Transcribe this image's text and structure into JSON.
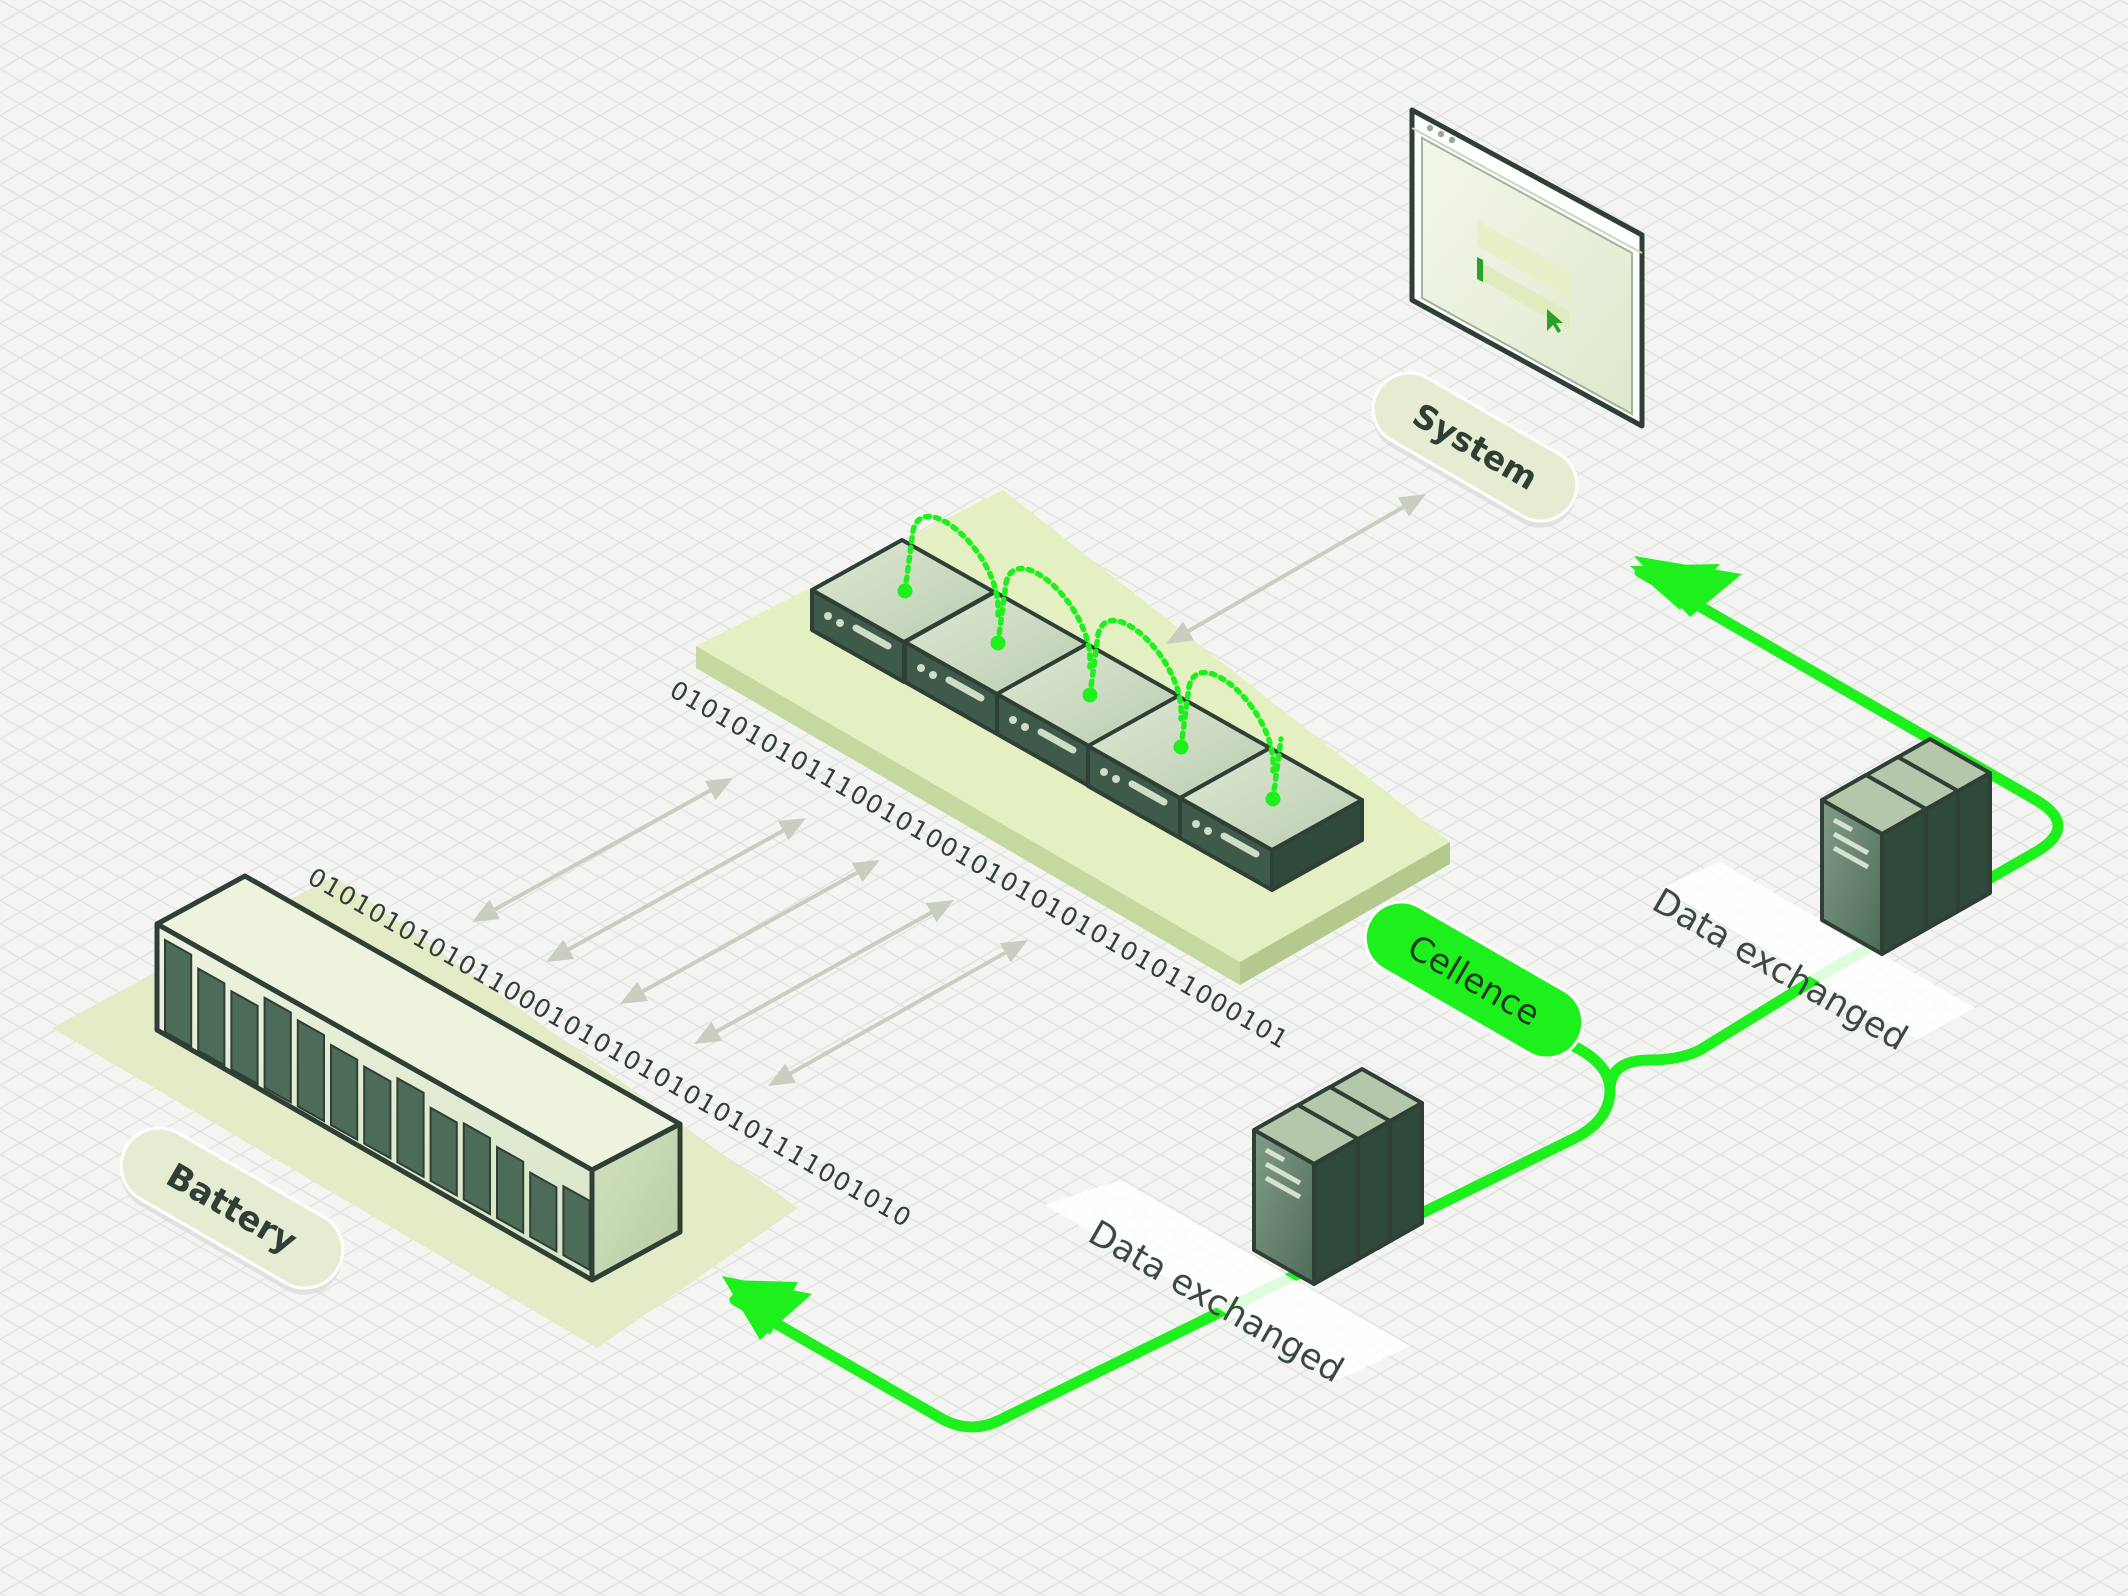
{
  "labels": {
    "system": "System",
    "battery": "Battery",
    "cellence": "Cellence",
    "data_exchanged_upper": "Data exchanged",
    "data_exchanged_lower": "Data exchanged"
  },
  "binary": {
    "module_stream": "01010101011100101001010101010101011000101",
    "battery_stream": "0101010101011000101010101010101111001010"
  },
  "colors": {
    "accent_green": "#1ef01e",
    "pale_green": "#e3efc2",
    "device_dark": "#3e5a4a",
    "device_light": "#c9d8bf",
    "outline": "#2f3f36",
    "grey_arrow": "#c8cfc0",
    "background": "#f4f5f3"
  },
  "icons": {
    "monitor": "browser-window-icon",
    "server": "server-rack-icon",
    "battery": "battery-cabinet-icon",
    "module": "battery-module-icon",
    "cursor": "mouse-cursor-icon"
  }
}
